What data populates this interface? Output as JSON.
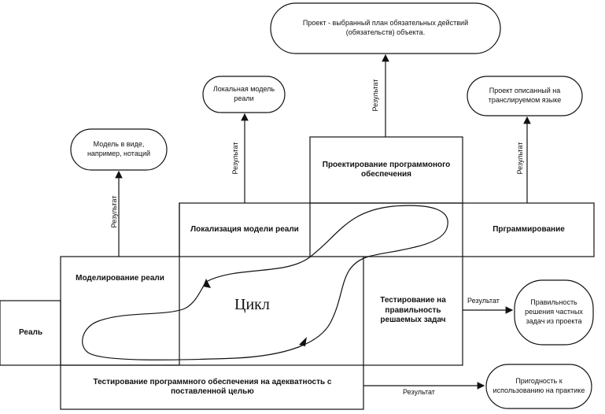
{
  "stages": {
    "real": "Реаль",
    "modeling": "Моделирование реали",
    "localization": "Локализация модели реали",
    "design": "Проектирование программоного обеспечения",
    "programming": "Прграммирование",
    "testing_tasks": "Тестирование на правильность решаемых задач",
    "testing_adequacy": "Тестирование программного обеспечения на адекватность с поставленной целью"
  },
  "results": {
    "model": "Модель в виде, например, нотаций",
    "local_model": "Локальная модель реали",
    "project": "Проект - выбранный план обязательных действий (обязательств) объекта.",
    "program": "Проект описанный на транслируемом языке",
    "correctness": "Правильность решения частных задач из проекта",
    "fitness": "Пригодность к использованию на практике"
  },
  "edge_label": "Результат",
  "cycle_label": "Цикл"
}
